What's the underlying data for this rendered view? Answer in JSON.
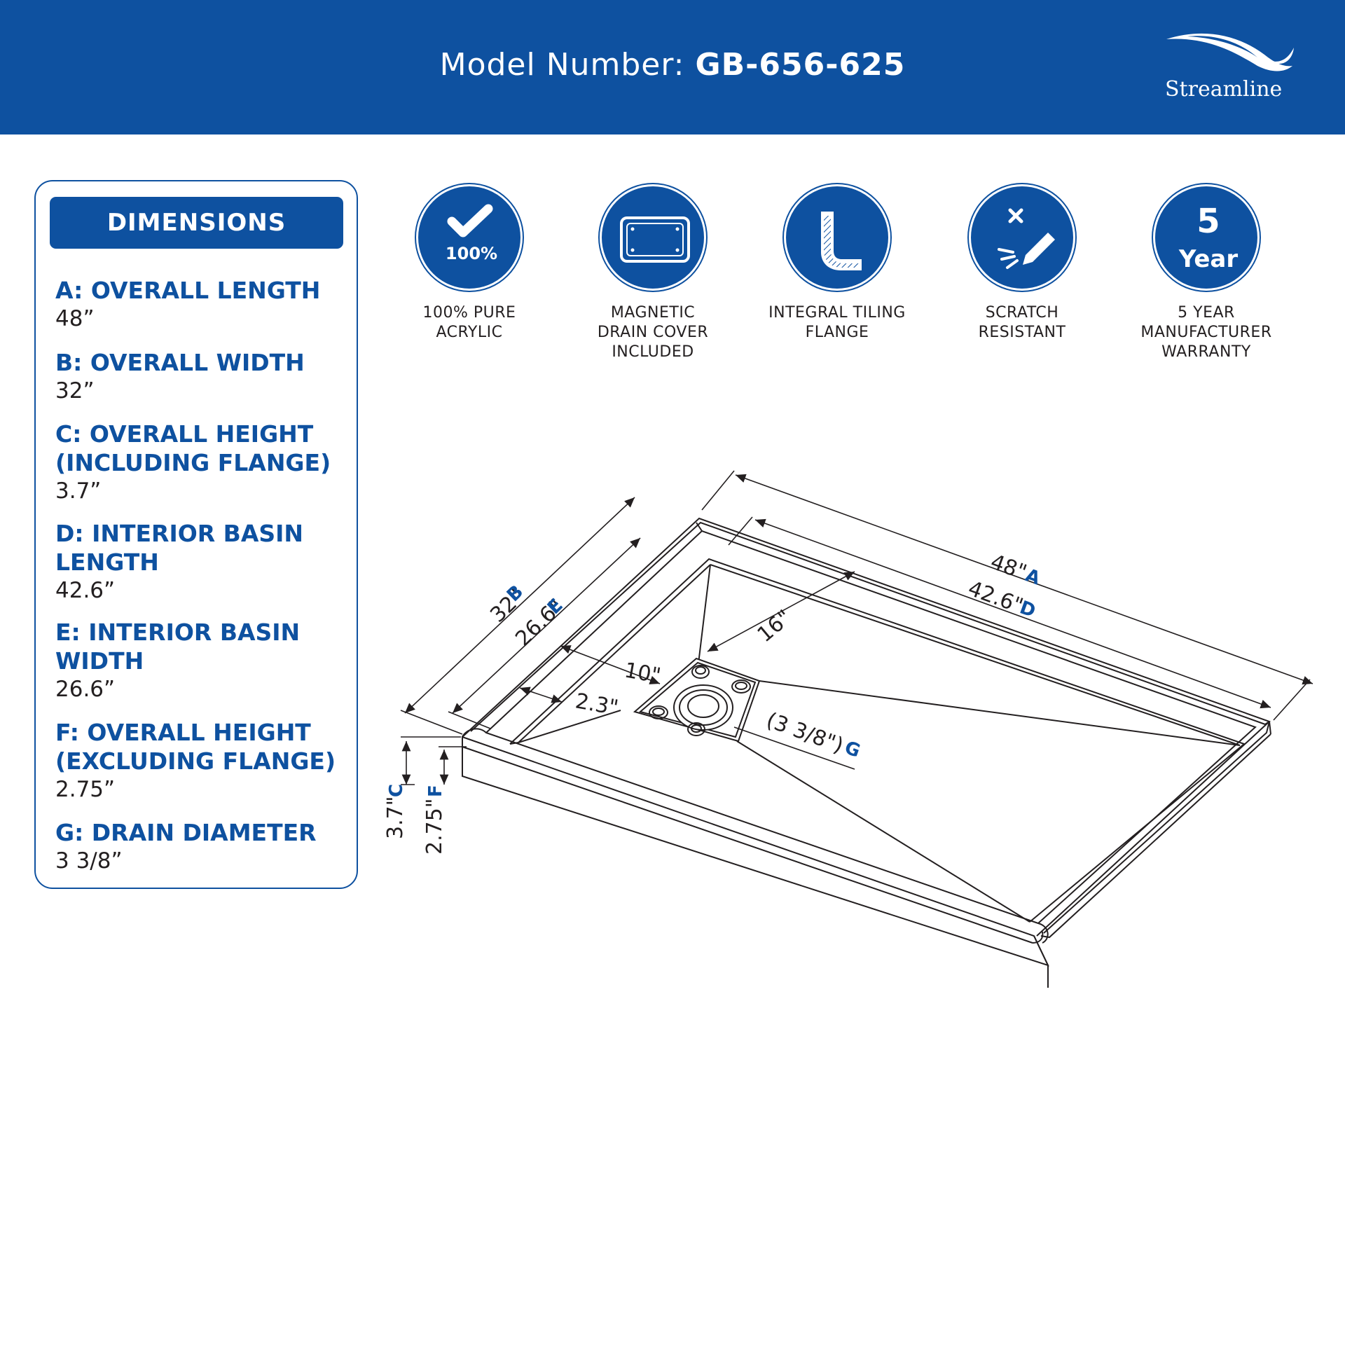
{
  "header": {
    "model_label": "Model Number: ",
    "model_number": "GB-656-625",
    "brand": "Streamline",
    "colors": {
      "brand_blue": "#0e51a0",
      "background": "#ffffff",
      "text": "#231f20"
    }
  },
  "dimensions": {
    "title": "DIMENSIONS",
    "items": [
      {
        "label": "A: OVERALL LENGTH",
        "value": "48”"
      },
      {
        "label": "B: OVERALL WIDTH",
        "value": "32”"
      },
      {
        "label": "C: OVERALL HEIGHT\n(INCLUDING FLANGE)",
        "value": "3.7”"
      },
      {
        "label": "D: INTERIOR BASIN\nLENGTH",
        "value": "42.6”"
      },
      {
        "label": "E: INTERIOR BASIN\nWIDTH",
        "value": "26.6”"
      },
      {
        "label": "F: OVERALL HEIGHT\n(EXCLUDING FLANGE)",
        "value": "2.75”"
      },
      {
        "label": "G: DRAIN DIAMETER",
        "value": "3 3/8”"
      }
    ]
  },
  "features": [
    {
      "icon": "checkmark-100-icon",
      "badge": "100%",
      "label": "100% PURE\nACRYLIC"
    },
    {
      "icon": "drain-cover-icon",
      "label": "MAGNETIC\nDRAIN COVER\nINCLUDED"
    },
    {
      "icon": "tiling-flange-icon",
      "label": "INTEGRAL TILING\nFLANGE"
    },
    {
      "icon": "scratch-resistant-icon",
      "label": "SCRATCH\nRESISTANT"
    },
    {
      "icon": "warranty-5-year-icon",
      "badge_number": "5",
      "badge_word": "Year",
      "label": "5 YEAR\nMANUFACTURER\nWARRANTY"
    }
  ],
  "drawing": {
    "dim_a": {
      "value": "48\"",
      "letter": "A"
    },
    "dim_d": {
      "value": "42.6\"",
      "letter": "D"
    },
    "dim_b": {
      "value": "32\"",
      "letter": "B"
    },
    "dim_e": {
      "value": "26.6\"",
      "letter": "E"
    },
    "dim_16": {
      "value": "16\""
    },
    "dim_10": {
      "value": "10\""
    },
    "dim_23": {
      "value": "2.3\""
    },
    "dim_g": {
      "value": "(3 3/8\")",
      "letter": "G"
    },
    "dim_c": {
      "value": "3.7\"",
      "letter": "C"
    },
    "dim_f": {
      "value": "2.75\"",
      "letter": "F"
    }
  }
}
